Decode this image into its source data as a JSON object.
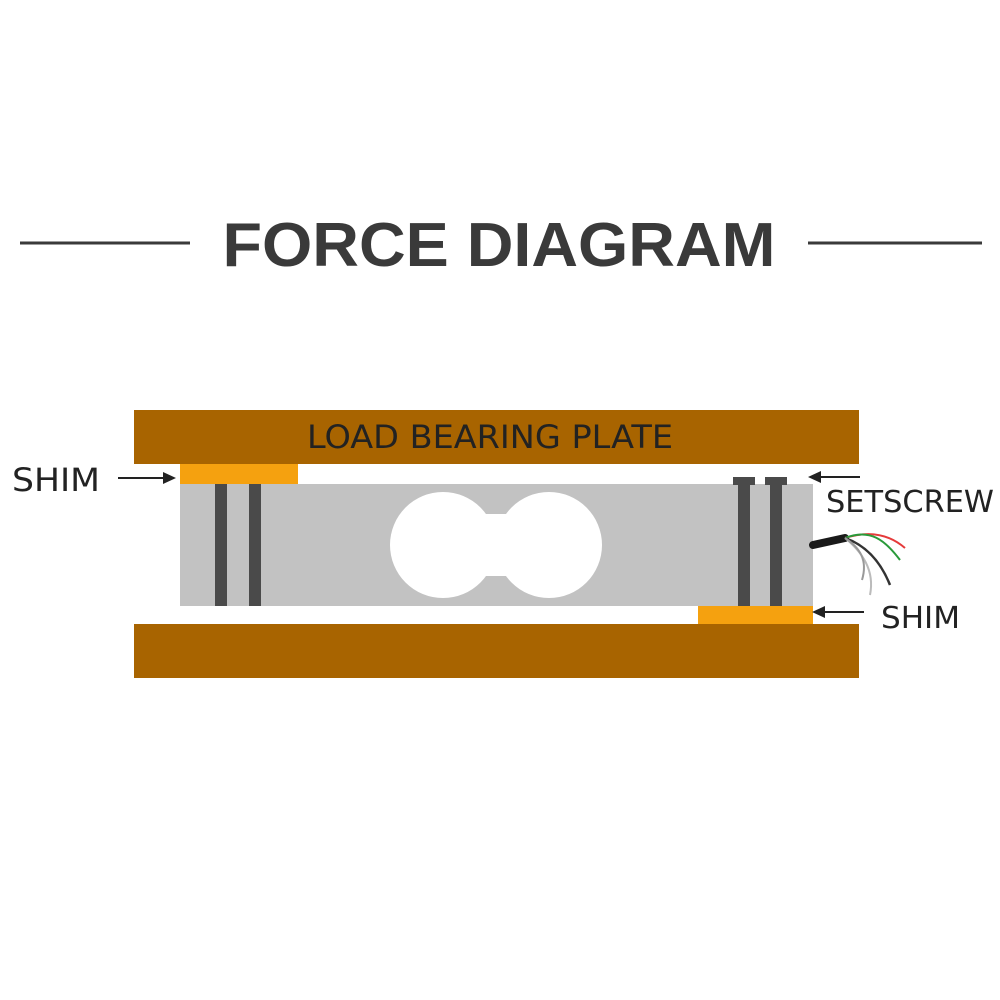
{
  "title": "FORCE DIAGRAM",
  "labels": {
    "plate": "LOAD BEARING PLATE",
    "shim_left": "SHIM",
    "setscrew": "SETSCREW",
    "shim_right": "SHIM"
  },
  "colors": {
    "background": "#ffffff",
    "title": "#3a3a3a",
    "rule": "#3a3a3a",
    "plate": "#a86400",
    "shim": "#f5a10f",
    "load_cell": "#c2c2c2",
    "bolt": "#4a4a4a",
    "hole": "#ffffff",
    "label": "#222222",
    "cable": "#1a1a1a"
  },
  "icons": {
    "arrow": "arrow-icon",
    "wires": "cable-icon"
  }
}
